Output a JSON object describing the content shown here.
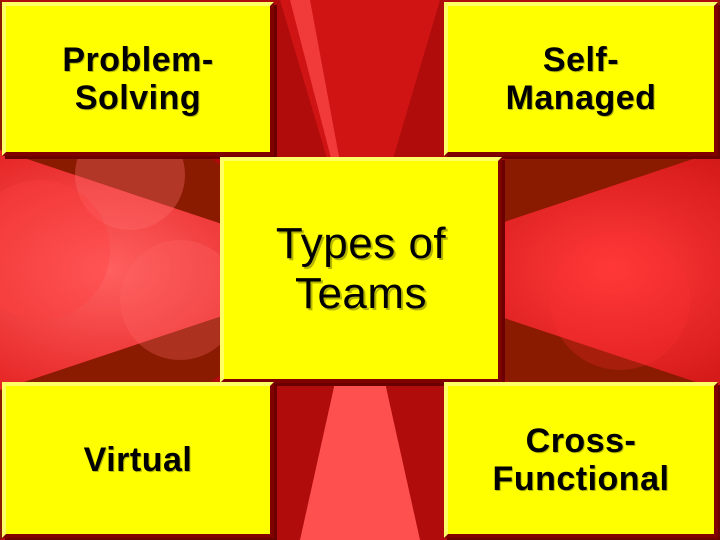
{
  "diagram": {
    "center": "Types of\nTeams",
    "top_left": "Problem-\nSolving",
    "top_right": "Self-\nManaged",
    "bottom_left": "Virtual",
    "bottom_right": "Cross-\nFunctional"
  },
  "colors": {
    "background": "#c01010",
    "box_fill": "#ffff00",
    "text": "#000000"
  }
}
